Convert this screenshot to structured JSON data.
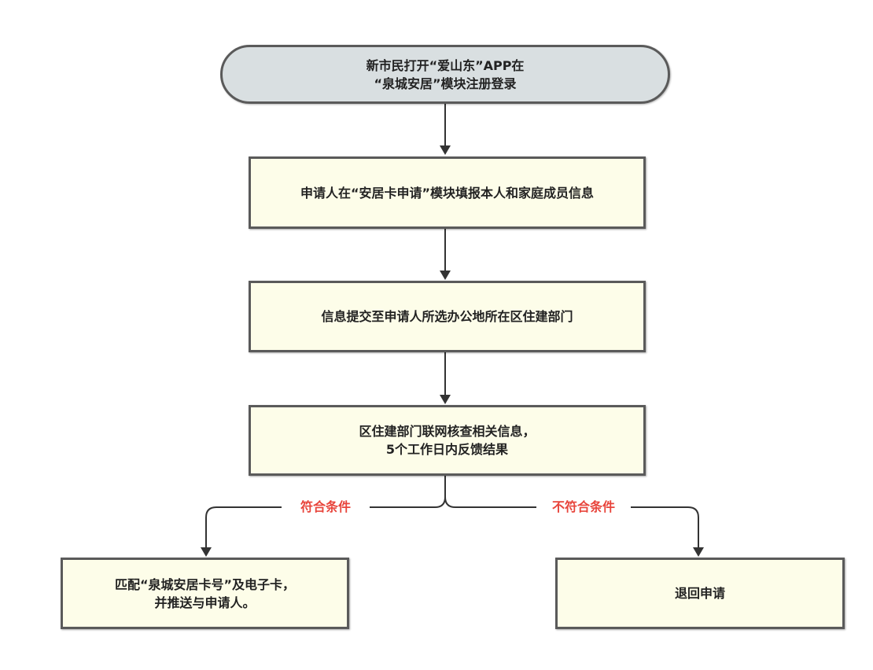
{
  "nodes": {
    "start": {
      "line1": "新市民打开“爱山东”APP在",
      "line2": "“泉城安居”模块注册登录"
    },
    "step1": {
      "line1": "申请人在“安居卡申请”模块填报本人和家庭成员信息"
    },
    "step2": {
      "line1": "信息提交至申请人所选办公地所在区住建部门"
    },
    "step3": {
      "line1": "区住建部门联网核查相关信息，",
      "line2": "5个工作日内反馈结果"
    },
    "result_yes": {
      "line1": "匹配“泉城安居卡号”及电子卡，",
      "line2": "并推送与申请人。"
    },
    "result_no": {
      "line1": "退回申请"
    }
  },
  "branches": {
    "yes_label": "符合条件",
    "no_label": "不符合条件"
  },
  "colors": {
    "start_fill": "#d9dfe1",
    "box_fill": "#fdfde9",
    "border": "#5a5a5a",
    "connector": "#333333",
    "branch_label": "#e8453c"
  }
}
